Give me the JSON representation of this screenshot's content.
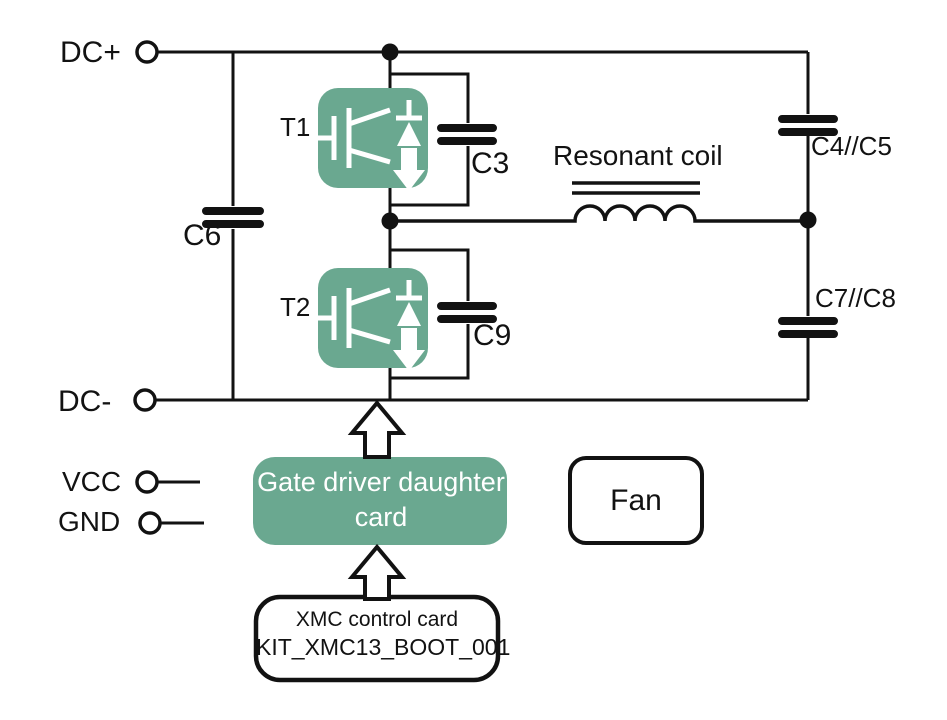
{
  "colors": {
    "module_green": "#6AA890",
    "wire_black": "#121212",
    "white": "#FFFFFF"
  },
  "terminals": {
    "dc_plus": "DC+",
    "dc_minus": "DC-",
    "vcc": "VCC",
    "gnd": "GND"
  },
  "components": {
    "t1": "T1",
    "t2": "T2",
    "c3": "C3",
    "c6": "C6",
    "c9": "C9",
    "c4c5": "C4//C5",
    "c7c8": "C7//C8",
    "resonant_coil": "Resonant coil",
    "fan": "Fan",
    "gate_driver": {
      "line1": "Gate driver daughter",
      "line2": "card"
    },
    "xmc": {
      "line1": "XMC control card",
      "line2": "KIT_XMC13_BOOT_001"
    }
  }
}
